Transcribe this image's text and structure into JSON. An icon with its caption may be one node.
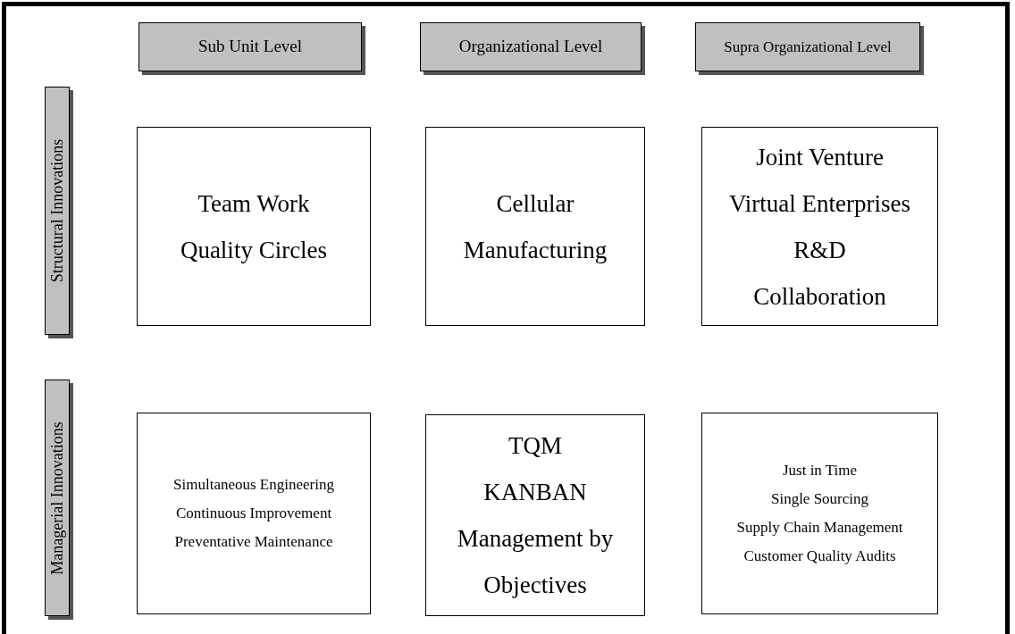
{
  "diagram": {
    "nodes": [
      {
        "text": [
          "Sub Unit Level"
        ]
      },
      {
        "text": [
          "Organizational Level"
        ]
      },
      {
        "text": [
          "Supra Organizational Level"
        ]
      },
      {
        "text": [
          "Structural Innovations"
        ]
      },
      {
        "text": [
          "Managerial Innovations"
        ]
      },
      {
        "text": [
          "Team Work",
          "Quality Circles"
        ]
      },
      {
        "text": [
          "Cellular Manufacturing"
        ]
      },
      {
        "text": [
          "Joint Venture",
          "Virtual Enterprises",
          "R&D",
          "Collaboration"
        ]
      },
      {
        "text": [
          "Simultaneous Engineering",
          "Continuous Improvement",
          "Preventative Maintenance"
        ]
      },
      {
        "text": [
          "TQM",
          "KANBAN",
          "Management by Objectives"
        ]
      },
      {
        "text": [
          "Just in Time",
          "Single Sourcing",
          "Supply Chain Management",
          "Customer Quality Audits"
        ]
      }
    ]
  }
}
